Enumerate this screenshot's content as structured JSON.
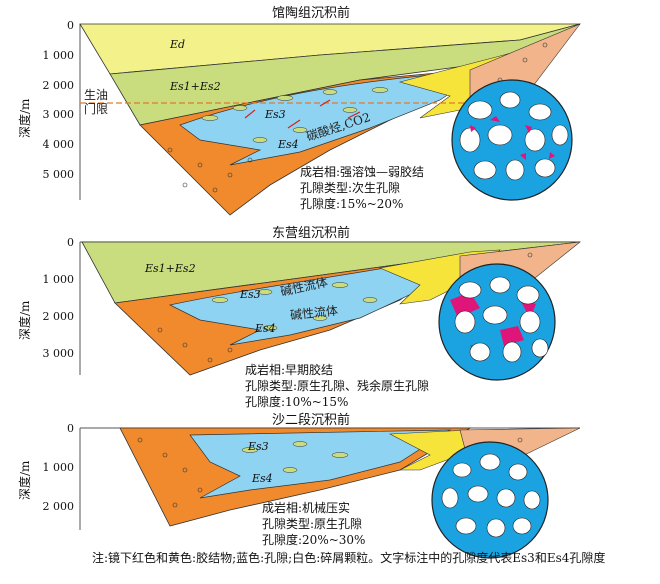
{
  "panels": [
    {
      "title": "馆陶组沉积前",
      "ylabel": "深度/m",
      "ticks": [
        "0",
        "1 000",
        "2 000",
        "3 000",
        "4 000",
        "5 000"
      ],
      "layers": [
        "Ed",
        "Es1+Es2",
        "Es3",
        "Es4"
      ],
      "annotation_line": "生油门限",
      "annotation_fluid": "碳酸烃,CO2",
      "notes": [
        "成岩相:强溶蚀—弱胶结",
        "孔隙类型:次生孔隙",
        "孔隙度:15%~20%"
      ]
    },
    {
      "title": "东营组沉积前",
      "ylabel": "深度/m",
      "ticks": [
        "0",
        "1 000",
        "2 000",
        "3 000"
      ],
      "layers": [
        "Es1+Es2",
        "Es3",
        "Es4"
      ],
      "annotation_fluid": "碱性流体",
      "annotation_fluid2": "碱性流体",
      "notes": [
        "成岩相:早期胶结",
        "孔隙类型:原生孔隙、残余原生孔隙",
        "孔隙度:10%~15%"
      ]
    },
    {
      "title": "沙二段沉积前",
      "ylabel": "深度/m",
      "ticks": [
        "0",
        "1 000",
        "2 000"
      ],
      "layers": [
        "Es3",
        "Es4"
      ],
      "notes": [
        "成岩相:机械压实",
        "孔隙类型:原生孔隙",
        "孔隙度:20%~30%"
      ]
    }
  ],
  "footer": "注:镜下红色和黄色:胶结物;蓝色:孔隙;白色:碎屑颗粒。文字标注中的孔隙度代表Es3和Es4孔隙度",
  "colors": {
    "Ed": "#f3f18a",
    "Es12": "#c9dd7e",
    "Es3": "#8fd3f2",
    "Es4": "#f08a2c",
    "sand": "#f6e43a",
    "fan": "#f2b48a",
    "cement": "#e0157a",
    "pore": "#1aa3e0"
  }
}
